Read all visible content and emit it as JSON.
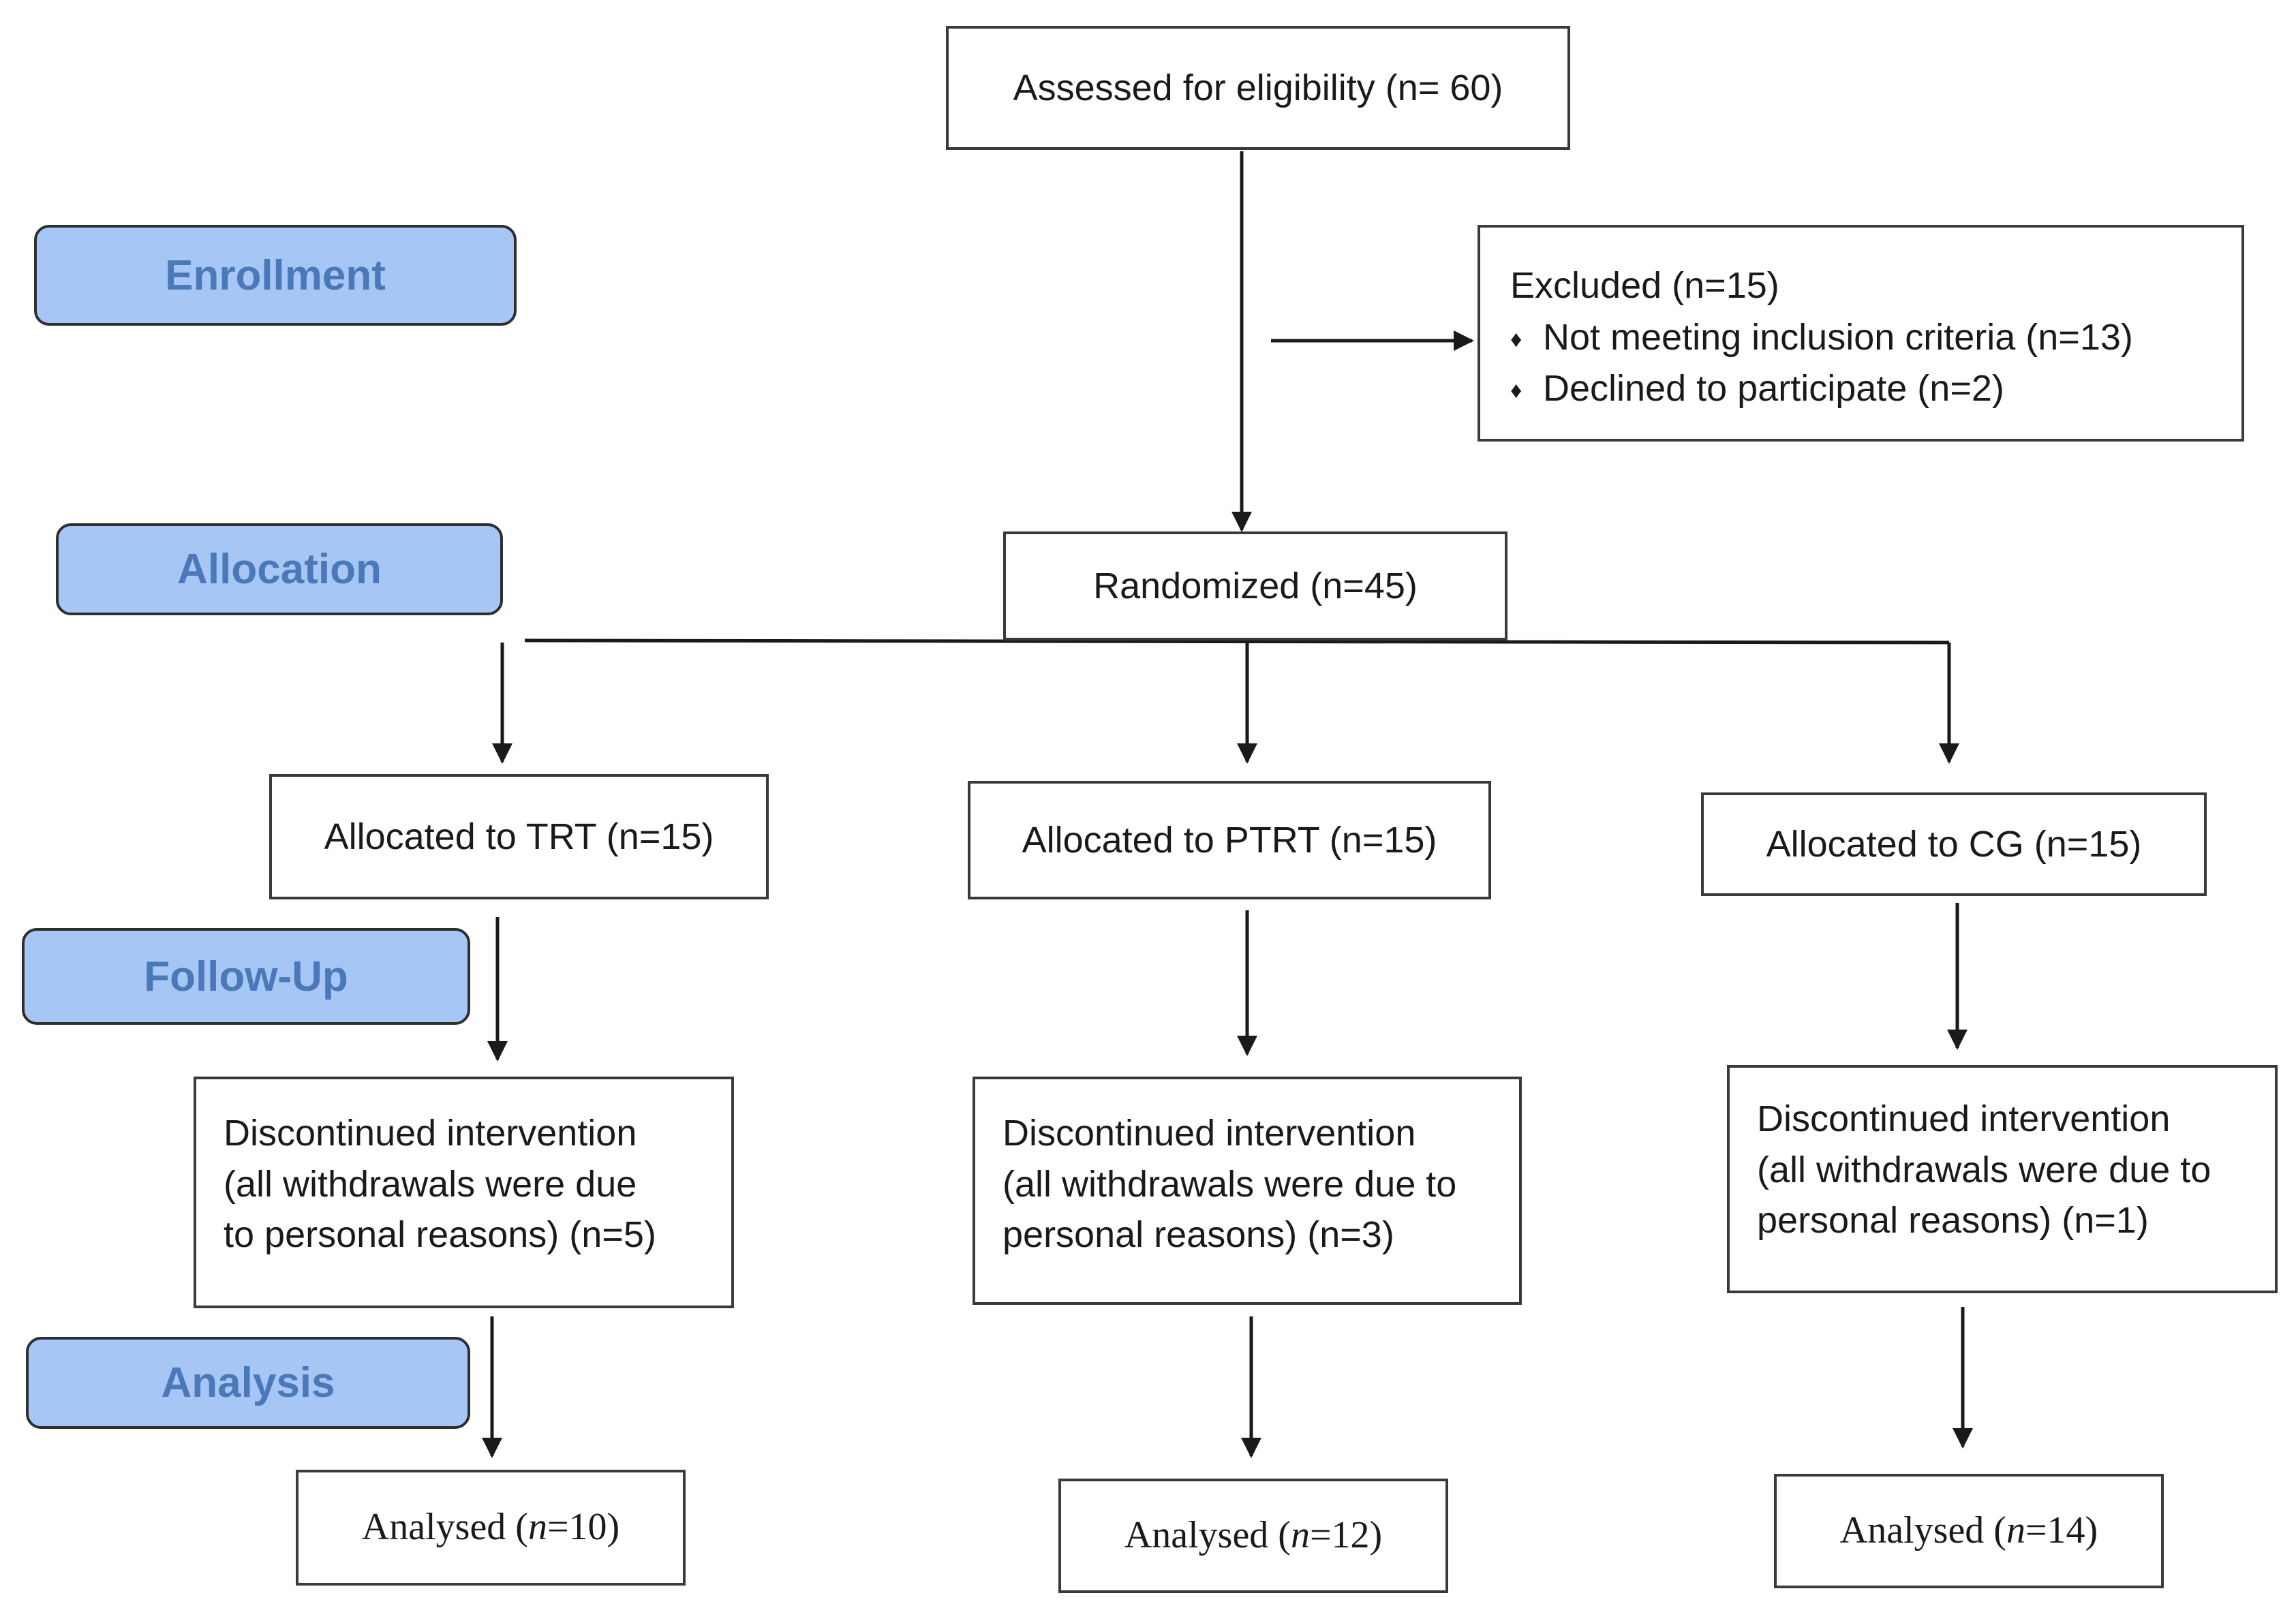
{
  "stages": {
    "enrollment": "Enrollment",
    "allocation": "Allocation",
    "follow_up": "Follow-Up",
    "analysis": "Analysis"
  },
  "assessed": "Assessed for eligibility (n= 60)",
  "excluded": {
    "title": "Excluded (n=15)",
    "items": [
      "Not meeting inclusion criteria (n=13)",
      "Declined to participate (n=2)"
    ],
    "bullet_glyph": "♦"
  },
  "randomized": "Randomized (n=45)",
  "arms": [
    {
      "allocated": "Allocated to TRT (n=15)",
      "discontinued": [
        "Discontinued intervention",
        "(all withdrawals were due",
        "to personal reasons) (n=5)"
      ],
      "analysed_label": "Analysed (",
      "analysed_n": "n",
      "analysed_value": "=10)"
    },
    {
      "allocated": "Allocated to PTRT (n=15)",
      "discontinued": [
        "Discontinued intervention",
        "(all withdrawals were due to",
        "personal reasons) (n=3)"
      ],
      "analysed_label": "Analysed (",
      "analysed_n": "n",
      "analysed_value": "=12)"
    },
    {
      "allocated": "Allocated to CG (n=15)",
      "discontinued": [
        "Discontinued intervention",
        "(all withdrawals were due to",
        "personal reasons) (n=1)"
      ],
      "analysed_label": "Analysed (",
      "analysed_n": "n",
      "analysed_value": "=14)"
    }
  ],
  "colors": {
    "stage_fill": "#a6c7f5",
    "stage_text": "#4b78b8",
    "line": "#1a1a1a"
  }
}
